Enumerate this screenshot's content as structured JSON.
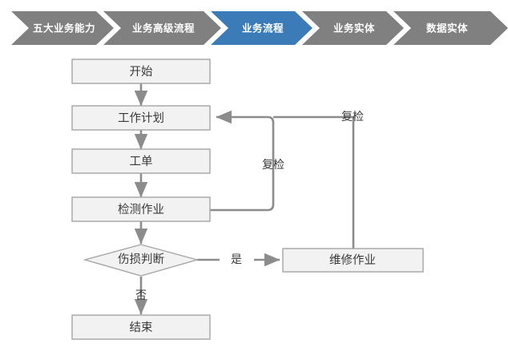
{
  "breadcrumb": {
    "active_color": "#3b7cb8",
    "inactive_color": "#808080",
    "text_color": "#ffffff",
    "steps": [
      {
        "label": "五大业务能力",
        "active": false
      },
      {
        "label": "业务高级流程",
        "active": false
      },
      {
        "label": "业务流程",
        "active": true
      },
      {
        "label": "业务实体",
        "active": false
      },
      {
        "label": "数据实体",
        "active": false
      }
    ]
  },
  "flowchart": {
    "node_fill": "#f2f2f2",
    "node_stroke": "#a6a6a6",
    "connector_color": "#8c8c8c",
    "nodes": [
      {
        "id": "start",
        "label": "开始",
        "shape": "rect"
      },
      {
        "id": "workplan",
        "label": "工作计划",
        "shape": "rect"
      },
      {
        "id": "workorder",
        "label": "工单",
        "shape": "rect"
      },
      {
        "id": "inspect",
        "label": "检测作业",
        "shape": "rect"
      },
      {
        "id": "decision",
        "label": "伤损判断",
        "shape": "diamond"
      },
      {
        "id": "repair",
        "label": "维修作业",
        "shape": "rect"
      },
      {
        "id": "end",
        "label": "结束",
        "shape": "rect"
      }
    ],
    "edge_labels": [
      {
        "id": "yes",
        "label": "是"
      },
      {
        "id": "no",
        "label": "否"
      },
      {
        "id": "recheck-1",
        "label": "复检"
      },
      {
        "id": "recheck-2",
        "label": "复检"
      }
    ]
  }
}
